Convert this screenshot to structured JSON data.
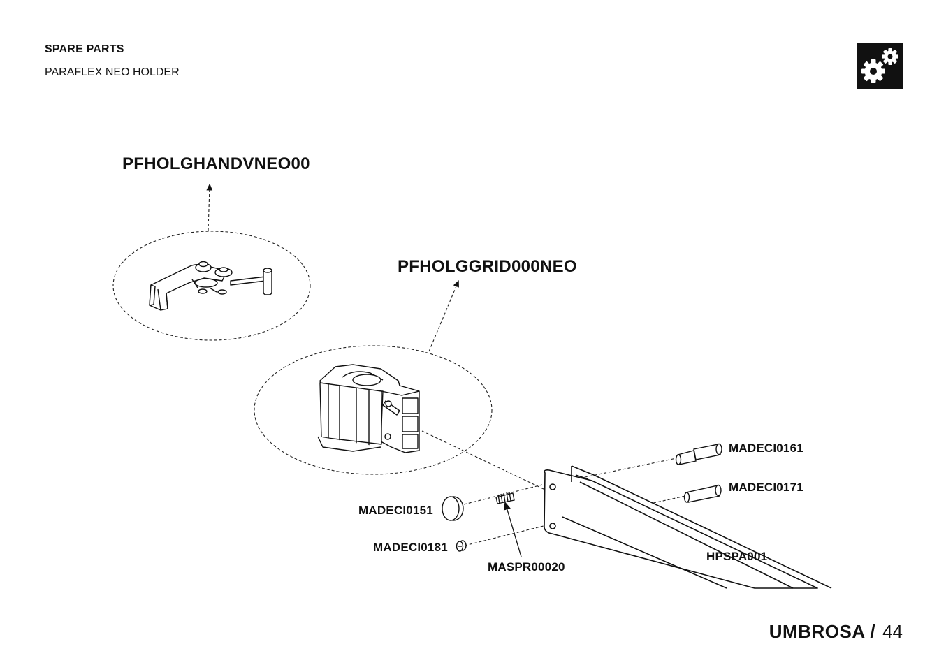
{
  "header": {
    "section": "SPARE PARTS",
    "product": "PARAFLEX NEO HOLDER",
    "icon": "gears-icon"
  },
  "parts": {
    "handle": "PFHOLGHANDVNEO00",
    "grid": "PFHOLGGRID000NEO",
    "cap": "MADECI0151",
    "screw": "MADECI0181",
    "spring": "MASPR00020",
    "pin_upper": "MADECI0161",
    "pin_lower": "MADECI0171",
    "arm": "HPSPA001"
  },
  "footer": {
    "brand": "UMBROSA /",
    "page": "44"
  }
}
